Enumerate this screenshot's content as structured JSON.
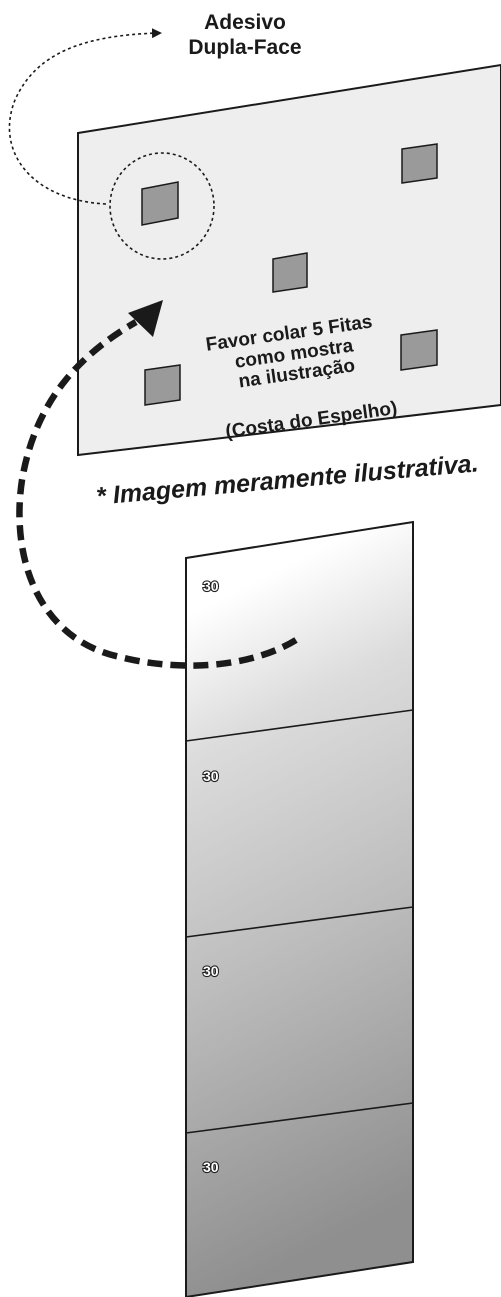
{
  "label": {
    "line1": "Adesivo",
    "line2": "Dupla-Face"
  },
  "instruction": {
    "line1": "Favor colar 5 Fitas",
    "line2": "como mostra",
    "line3": "na ilustração",
    "line4": "(Costa do Espelho)"
  },
  "disclaimer": "* Imagem meramente ilustrativa.",
  "panel_marks": [
    "30",
    "30",
    "30",
    "30"
  ],
  "colors": {
    "outline": "#1a1a1a",
    "back_panel": "#eeeeee",
    "tape": "#9a9a9a",
    "arrow": "#1a1a1a"
  }
}
